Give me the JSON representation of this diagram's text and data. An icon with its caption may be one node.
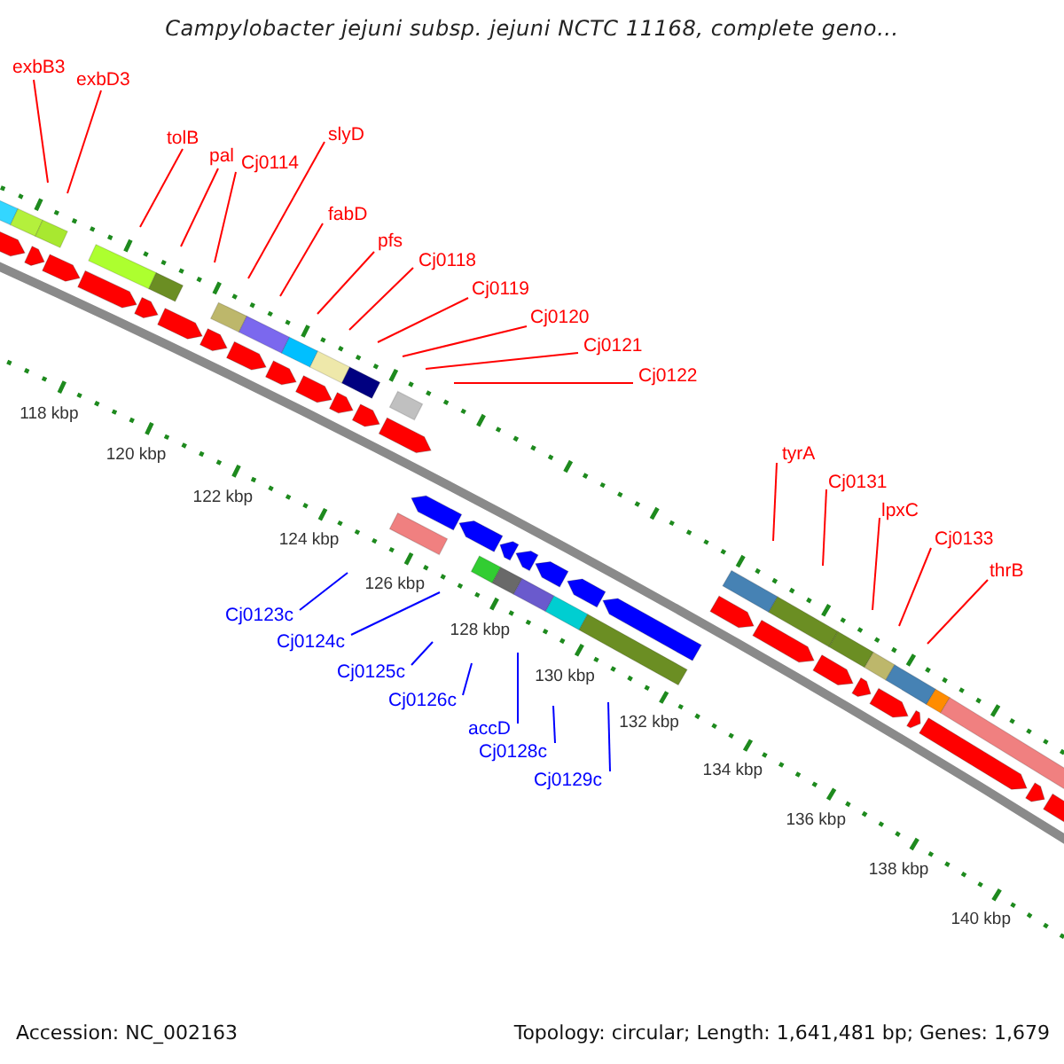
{
  "diagram": {
    "title": "Campylobacter jejuni subsp. jejuni NCTC 11168, complete geno...",
    "nodes": [
      {
        "text": [
          "exbB3"
        ]
      },
      {
        "text": [
          "exbD3"
        ]
      },
      {
        "text": [
          "tolB"
        ]
      },
      {
        "text": [
          "pal"
        ]
      },
      {
        "text": [
          "Cj0114"
        ]
      },
      {
        "text": [
          "slyD"
        ]
      },
      {
        "text": [
          "fabD"
        ]
      },
      {
        "text": [
          "pfs"
        ]
      },
      {
        "text": [
          "Cj0118"
        ]
      },
      {
        "text": [
          "Cj0119"
        ]
      },
      {
        "text": [
          "Cj0120"
        ]
      },
      {
        "text": [
          "Cj0121"
        ]
      },
      {
        "text": [
          "Cj0122"
        ]
      },
      {
        "text": [
          "Cj0123c"
        ]
      },
      {
        "text": [
          "Cj0124c"
        ]
      },
      {
        "text": [
          "Cj0125c"
        ]
      },
      {
        "text": [
          "Cj0126c"
        ]
      },
      {
        "text": [
          "accD"
        ]
      },
      {
        "text": [
          "Cj0128c"
        ]
      },
      {
        "text": [
          "Cj0129c"
        ]
      },
      {
        "text": [
          "tyrA"
        ]
      },
      {
        "text": [
          "Cj0131"
        ]
      },
      {
        "text": [
          "lpxC"
        ]
      },
      {
        "text": [
          "Cj0133"
        ]
      },
      {
        "text": [
          "thrB"
        ]
      }
    ],
    "edges": [
      {
        "from": 0,
        "to": null,
        "arrow": "none"
      },
      {
        "from": 1,
        "to": null,
        "arrow": "none"
      },
      {
        "from": 2,
        "to": null,
        "arrow": "none"
      },
      {
        "from": 3,
        "to": null,
        "arrow": "none"
      },
      {
        "from": 4,
        "to": null,
        "arrow": "none"
      },
      {
        "from": 5,
        "to": null,
        "arrow": "none"
      },
      {
        "from": 6,
        "to": null,
        "arrow": "none"
      },
      {
        "from": 7,
        "to": null,
        "arrow": "none"
      },
      {
        "from": 8,
        "to": null,
        "arrow": "none"
      },
      {
        "from": 9,
        "to": null,
        "arrow": "none"
      },
      {
        "from": 10,
        "to": null,
        "arrow": "none"
      },
      {
        "from": 11,
        "to": null,
        "arrow": "none"
      },
      {
        "from": 12,
        "to": null,
        "arrow": "none"
      },
      {
        "from": 13,
        "to": null,
        "arrow": "none",
        "color": "#0000ff"
      },
      {
        "from": 14,
        "to": null,
        "arrow": "none",
        "color": "#0000ff"
      },
      {
        "from": 15,
        "to": null,
        "arrow": "none",
        "color": "#0000ff"
      },
      {
        "from": 16,
        "to": null,
        "arrow": "none",
        "color": "#0000ff"
      },
      {
        "from": 17,
        "to": null,
        "arrow": "none",
        "color": "#0000ff"
      },
      {
        "from": 18,
        "to": null,
        "arrow": "none",
        "color": "#0000ff"
      },
      {
        "from": 19,
        "to": null,
        "arrow": "none",
        "color": "#0000ff"
      },
      {
        "from": 20,
        "to": null,
        "arrow": "none"
      },
      {
        "from": 21,
        "to": null,
        "arrow": "none"
      },
      {
        "from": 22,
        "to": null,
        "arrow": "none"
      },
      {
        "from": 23,
        "to": null,
        "arrow": "none"
      },
      {
        "from": 24,
        "to": null,
        "arrow": "none"
      }
    ],
    "labels": [
      "118 kbp",
      "120 kbp",
      "122 kbp",
      "124 kbp",
      "126 kbp",
      "128 kbp",
      "130 kbp",
      "132 kbp",
      "134 kbp",
      "136 kbp",
      "138 kbp",
      "140 kbp",
      "Accession: NC_002163",
      "Topology: circular; Length: 1,641,481 bp; Genes: 1,679"
    ]
  }
}
